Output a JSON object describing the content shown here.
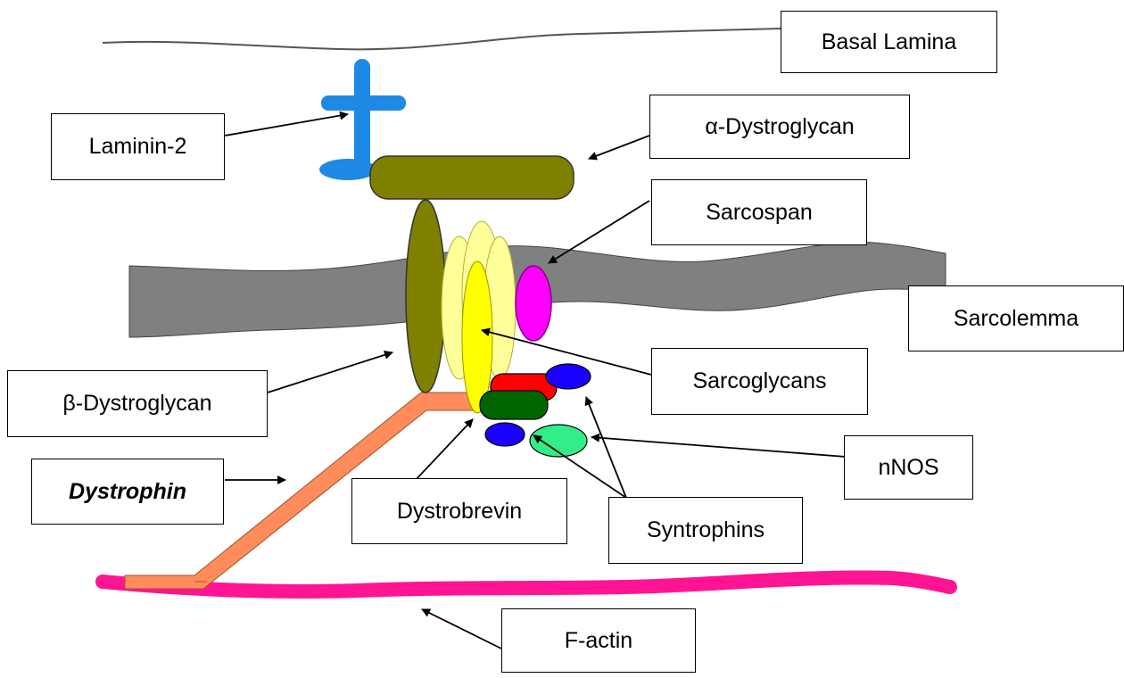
{
  "labels": {
    "basal_lamina": "Basal Lamina",
    "alpha_dystroglycan": "α-Dystroglycan",
    "laminin2": "Laminin-2",
    "sarcospan": "Sarcospan",
    "sarcolemma": "Sarcolemma",
    "sarcoglycans": "Sarcoglycans",
    "beta_dystroglycan": "β-Dystroglycan",
    "nnos": "nNOS",
    "dystrophin": "Dystrophin",
    "dystrobrevin": "Dystrobrevin",
    "syntrophins": "Syntrophins",
    "factin": "F-actin"
  },
  "colors": {
    "laminin": "#1e88e5",
    "dystroglycan": "#808000",
    "sarcolemma": "#808080",
    "sarcoglycan_light": "#ffff99",
    "sarcoglycan_bright": "#ffff00",
    "sarcospan": "#ff00ff",
    "dystrophin": "#ff8c5a",
    "dystrobrevin": "#006400",
    "syntrophin_red": "#ff0000",
    "syntrophin_blue": "#1a00ff",
    "nnos": "#33ee88",
    "factin": "#ff1493"
  }
}
